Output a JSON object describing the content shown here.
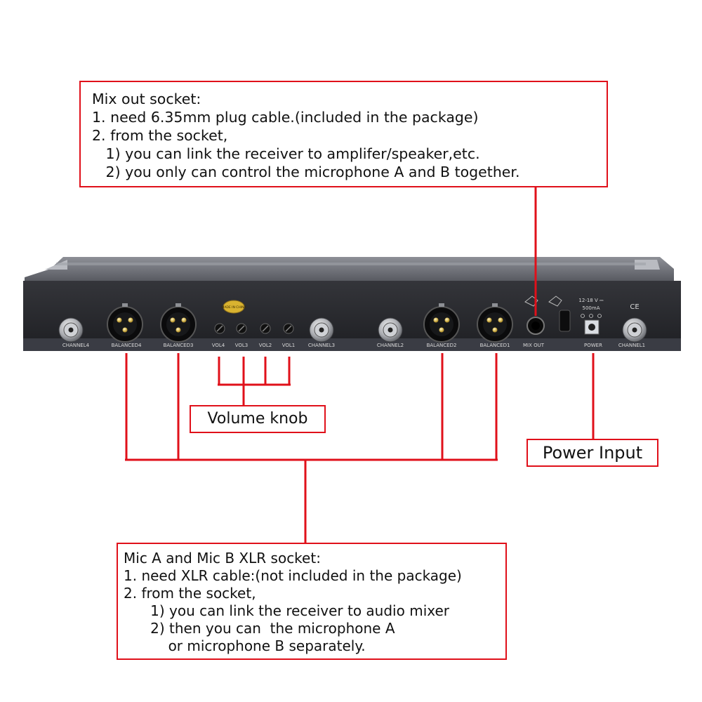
{
  "mixout_callout": {
    "lines": [
      "Mix out socket:",
      "1. need 6.35mm plug cable.(included in the package)",
      "2. from the socket,",
      "   1) you can link the receiver to amplifer/speaker,etc.",
      "   2) you only can control the microphone A and B together."
    ]
  },
  "volume_callout": {
    "label": "Volume knob"
  },
  "power_callout": {
    "label": "Power Input"
  },
  "xlr_callout": {
    "lines": [
      "Mic A and Mic B XLR socket:",
      "1. need XLR cable:(not included in the package)",
      "2. from the socket,",
      "      1) you can link the receiver to audio mixer",
      "      2) then you can  the microphone A",
      "          or microphone B separately."
    ]
  },
  "panel_labels": {
    "channel4": "CHANNEL4",
    "balanced4": "BALANCED4",
    "balanced3": "BALANCED3",
    "vol4": "VOL4",
    "vol3": "VOL3",
    "vol2": "VOL2",
    "vol1": "VOL1",
    "channel3": "CHANNEL3",
    "channel2": "CHANNEL2",
    "balanced2": "BALANCED2",
    "balanced1": "BALANCED1",
    "mix_out": "MIX OUT",
    "power": "POWER",
    "channel1": "CHANNEL1",
    "voltage": "12-18 V ⎓",
    "current": "500mA",
    "ce_mark": "CE",
    "badge": "MADE IN CHINA"
  },
  "colors": {
    "callout_red": "#e0101a",
    "chassis": "#2b2c30",
    "label_strip": "#3a3c44"
  }
}
